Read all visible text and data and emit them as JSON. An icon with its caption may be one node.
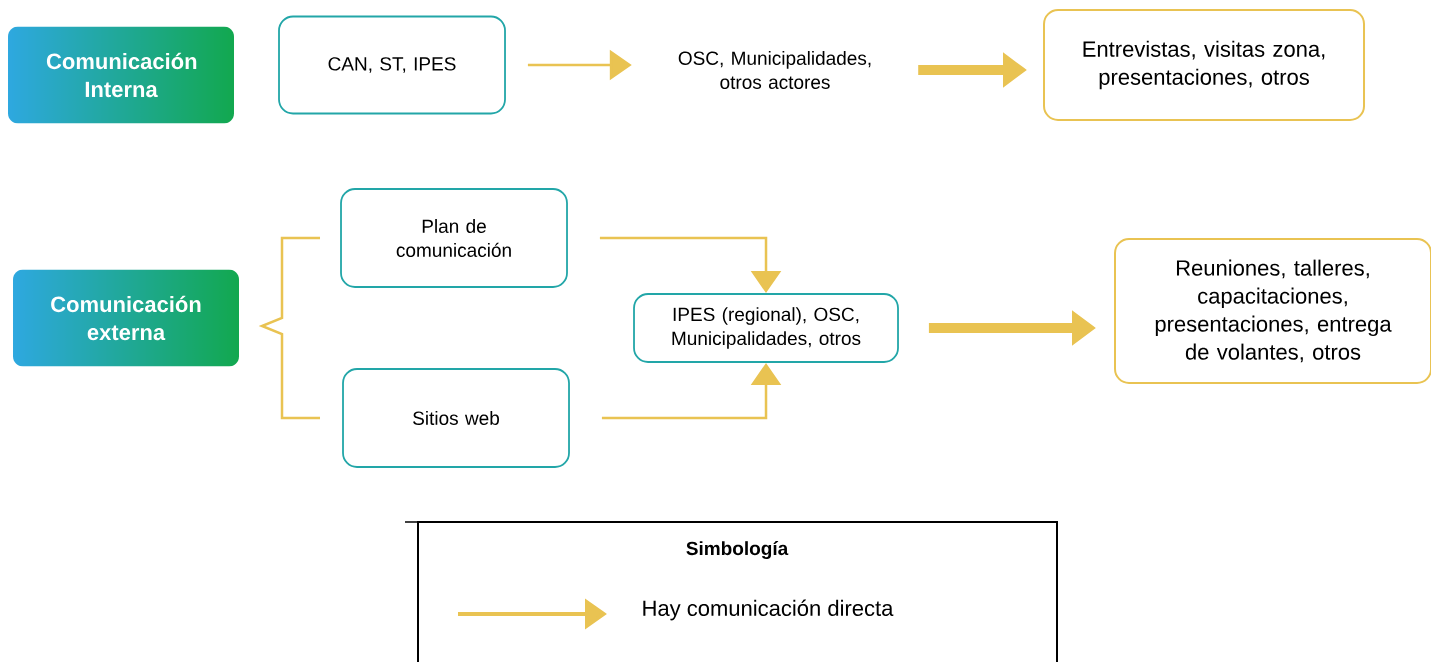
{
  "diagram": {
    "nodes": [
      {
        "text": [
          "Comunicación Interna"
        ]
      },
      {
        "text": [
          "CAN, ST, IPES"
        ]
      },
      {
        "text": [
          "OSC, Municipalidades, otros actores"
        ]
      },
      {
        "text": [
          "Entrevistas, visitas zona, presentaciones, otros"
        ]
      },
      {
        "text": [
          "Comunicación externa"
        ]
      },
      {
        "text": [
          "Plan de comunicación"
        ]
      },
      {
        "text": [
          "Sitios web"
        ]
      },
      {
        "text": [
          "IPES (regional), OSC, Municipalidades, otros"
        ]
      },
      {
        "text": [
          "Reuniones, talleres, capacitaciones, presentaciones, entrega de volantes, otros"
        ]
      }
    ],
    "edges": [
      {
        "from": 1,
        "to": 2,
        "arrow": "to"
      },
      {
        "from": 2,
        "to": 3,
        "arrow": "to",
        "style": "thick"
      },
      {
        "from": 5,
        "to": 7,
        "arrow": "to"
      },
      {
        "from": 6,
        "to": 7,
        "arrow": "to"
      },
      {
        "from": 7,
        "to": 8,
        "arrow": "to",
        "style": "thick"
      }
    ],
    "labels": [
      "Simbología"
    ],
    "legend": [
      {
        "text": "Hay comunicación directa"
      }
    ]
  }
}
